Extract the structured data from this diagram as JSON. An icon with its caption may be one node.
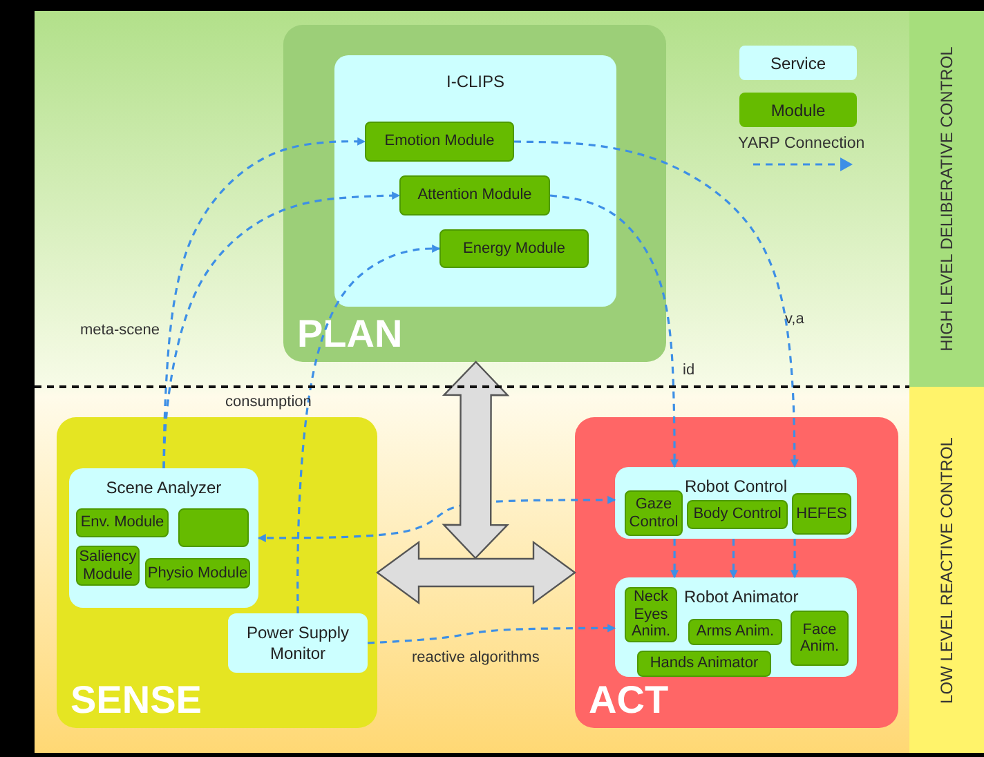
{
  "diagram": {
    "nodes": [
      {
        "text": [
          "HIGH LEVEL DELIBERATIVE CONTROL"
        ]
      },
      {
        "text": [
          "LOW LEVEL REACTIVE CONTROL"
        ]
      },
      {
        "text": [
          "PLAN"
        ]
      },
      {
        "text": [
          "I-CLIPS"
        ],
        "in": 2
      },
      {
        "text": [
          "Emotion Module"
        ],
        "in": 3
      },
      {
        "text": [
          "Attention Module"
        ],
        "in": 3
      },
      {
        "text": [
          "Energy Module"
        ],
        "in": 3
      },
      {
        "text": [
          "SENSE"
        ]
      },
      {
        "text": [
          "Scene Analyzer"
        ],
        "in": 7
      },
      {
        "text": [
          "Env. Module"
        ],
        "in": 8
      },
      {
        "text": [],
        "shape": "box",
        "in": 8
      },
      {
        "text": [
          "Saliency Module"
        ],
        "in": 8
      },
      {
        "text": [
          "Physio Module"
        ],
        "in": 8
      },
      {
        "text": [
          "Power Supply Monitor"
        ],
        "in": 7
      },
      {
        "text": [
          "ACT"
        ]
      },
      {
        "text": [
          "Robot Control"
        ],
        "in": 14
      },
      {
        "text": [
          "Gaze Control"
        ],
        "in": 15
      },
      {
        "text": [
          "Body Control"
        ],
        "in": 15
      },
      {
        "text": [
          "HEFES"
        ],
        "in": 15
      },
      {
        "text": [
          "Robot Animator"
        ],
        "in": 14
      },
      {
        "text": [
          "Neck Eyes Anim."
        ],
        "in": 19
      },
      {
        "text": [
          "Arms Anim."
        ],
        "in": 19
      },
      {
        "text": [
          "Face Anim."
        ],
        "in": 19
      },
      {
        "text": [
          "Hands Animator"
        ],
        "in": 19
      }
    ],
    "edges": [
      {
        "from": 8,
        "to": 4,
        "arrow": "to",
        "label": "meta-scene",
        "style": "dashed"
      },
      {
        "from": 8,
        "to": 5,
        "arrow": "to",
        "style": "dashed"
      },
      {
        "from": 13,
        "to": 6,
        "arrow": "to",
        "label": "consumption",
        "style": "dashed"
      },
      {
        "from": 4,
        "to": 15,
        "arrow": "to",
        "label": "v,a",
        "style": "dashed"
      },
      {
        "from": 5,
        "to": 15,
        "arrow": "to",
        "label": "id",
        "style": "dashed"
      },
      {
        "from": 15,
        "to": 19,
        "arrow": "to",
        "style": "dashed"
      },
      {
        "from": 15,
        "to": 19,
        "arrow": "to",
        "style": "dashed"
      },
      {
        "from": 15,
        "to": 19,
        "arrow": "to",
        "style": "dashed"
      },
      {
        "from": 15,
        "to": 8,
        "arrow": "both",
        "style": "dashed"
      },
      {
        "from": 13,
        "to": 19,
        "arrow": "to",
        "label": "reactive algorithms",
        "style": "dashed"
      },
      {
        "from": 7,
        "to": 14,
        "arrow": "both",
        "style": "thick",
        "color": "#dddddd"
      },
      {
        "from": null,
        "to": 2,
        "arrow": "both",
        "style": "thick",
        "color": "#dddddd"
      }
    ],
    "legend": [
      {
        "text": "Service",
        "color": "#ccffff"
      },
      {
        "text": "Module",
        "color": "#66bb00"
      },
      {
        "text": "YARP Connection"
      }
    ]
  }
}
